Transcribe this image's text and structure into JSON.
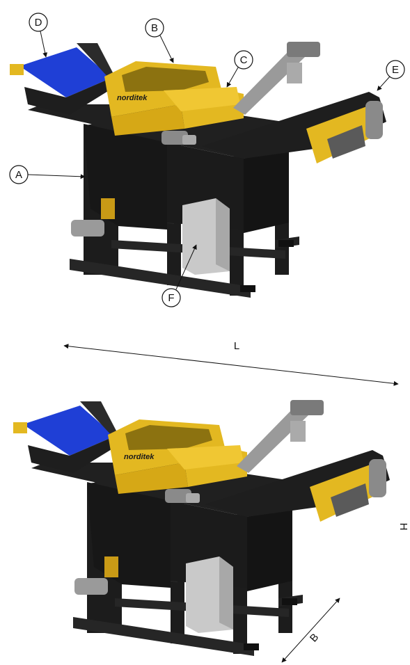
{
  "figure": {
    "brand_label": "norditek",
    "callouts": [
      {
        "label": "A"
      },
      {
        "label": "B"
      },
      {
        "label": "C"
      },
      {
        "label": "D"
      },
      {
        "label": "E"
      },
      {
        "label": "F"
      }
    ],
    "dimensions": {
      "length": "L",
      "height": "H",
      "width": "B"
    },
    "colors": {
      "frame": "#1c1c1c",
      "hopper": "#e3b821",
      "conveyor_blue": "#1f3fd6",
      "cabinet": "#c9c9c9",
      "screw_conveyor": "#9a9a9a"
    }
  }
}
